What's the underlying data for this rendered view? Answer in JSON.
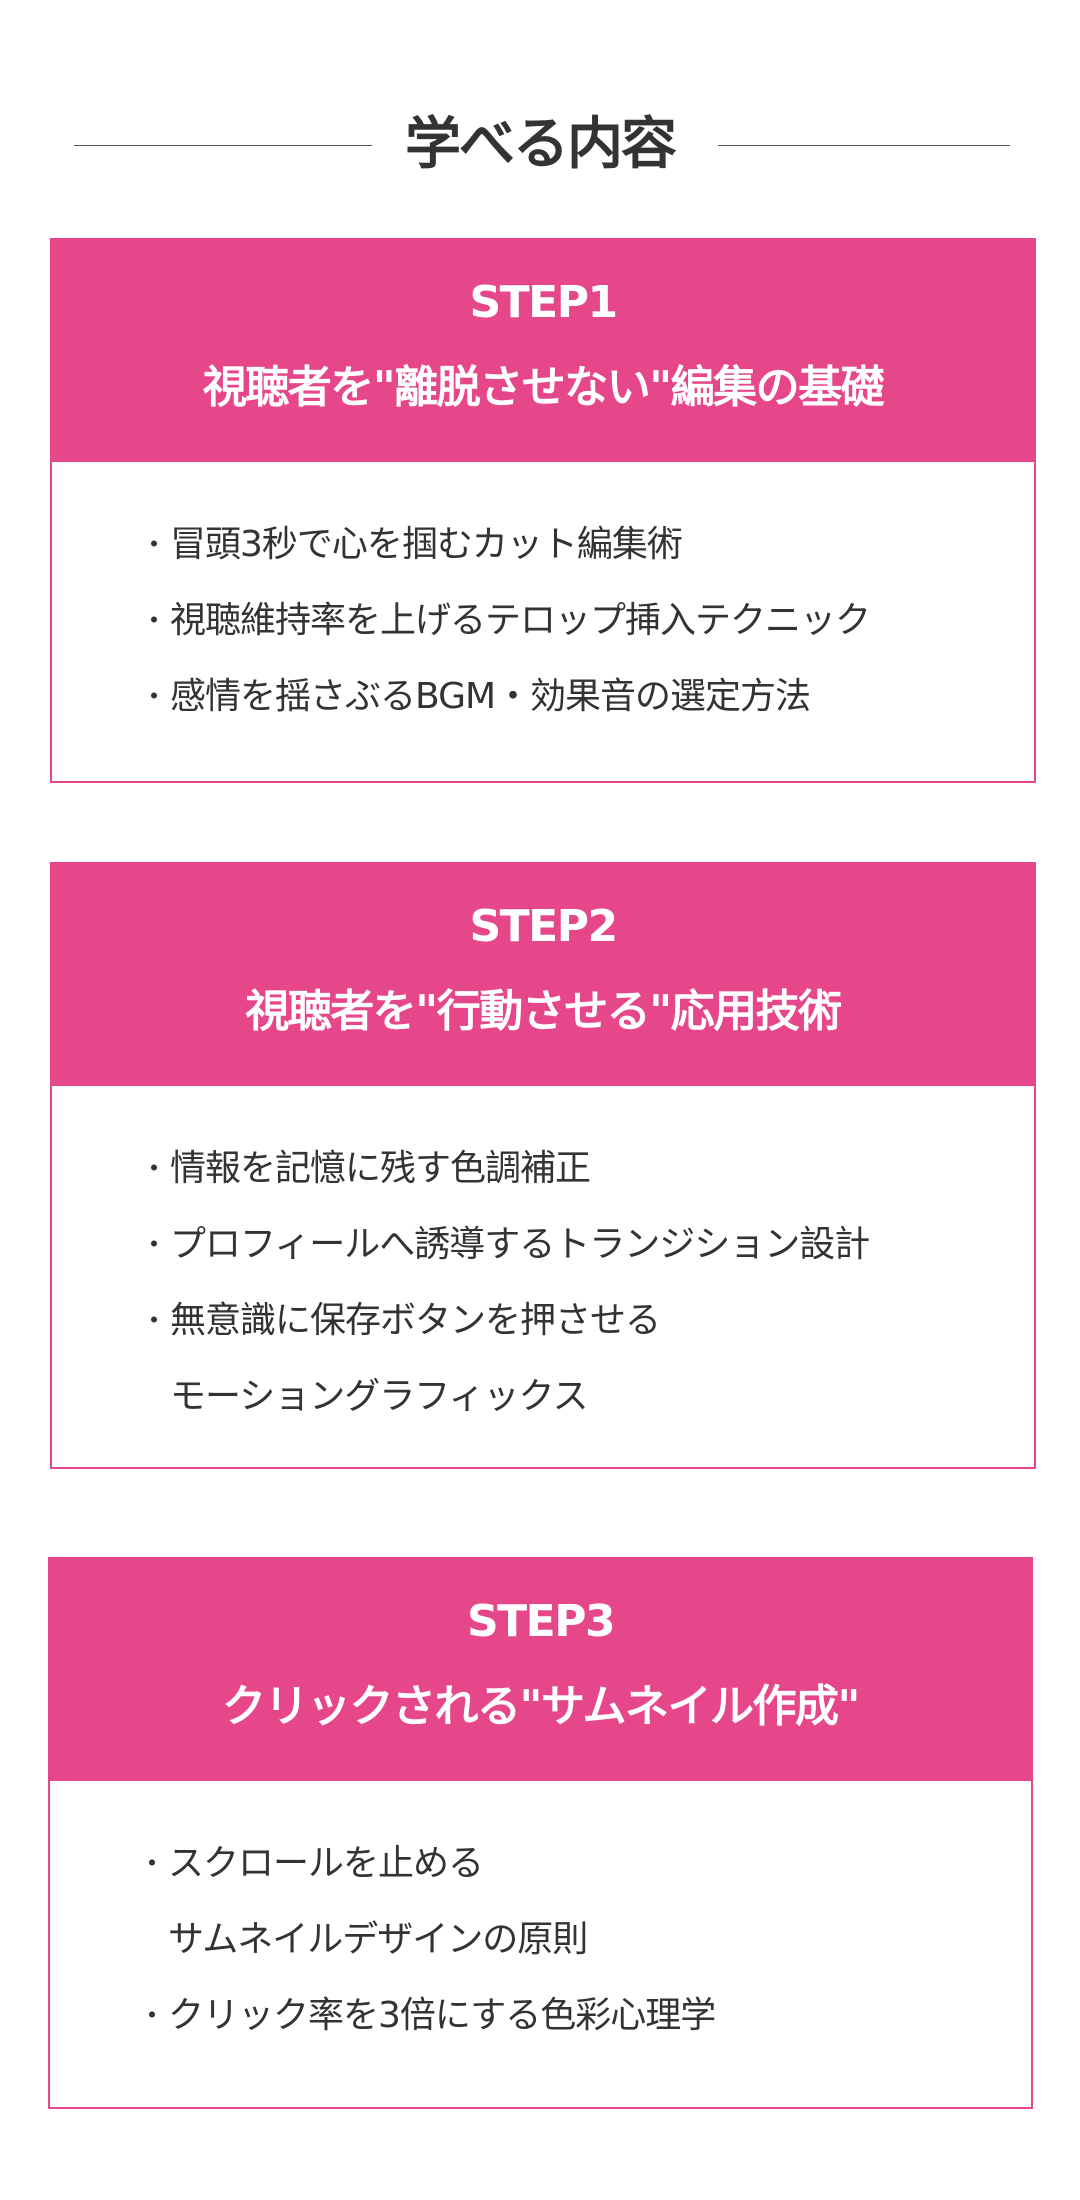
{
  "section_title": "学べる内容",
  "accent_color": "#E6468A",
  "steps": [
    {
      "step": "STEP1",
      "title": "視聴者を\"離脱させない\"編集の基礎",
      "items": [
        [
          "冒頭3秒で心を掴むカット編集術"
        ],
        [
          "視聴維持率を上げるテロップ挿入テクニック"
        ],
        [
          "感情を揺さぶるBGM・効果音の選定方法"
        ]
      ]
    },
    {
      "step": "STEP2",
      "title": "視聴者を\"行動させる\"応用技術",
      "items": [
        [
          "情報を記憶に残す色調補正"
        ],
        [
          "プロフィールへ誘導するトランジション設計"
        ],
        [
          "無意識に保存ボタンを押させる",
          "モーショングラフィックス"
        ]
      ]
    },
    {
      "step": "STEP3",
      "title": "クリックされる\"サムネイル作成\"",
      "items": [
        [
          "スクロールを止める",
          "サムネイルデザインの原則"
        ],
        [
          "クリック率を3倍にする色彩心理学"
        ]
      ]
    }
  ],
  "bullet": "・"
}
